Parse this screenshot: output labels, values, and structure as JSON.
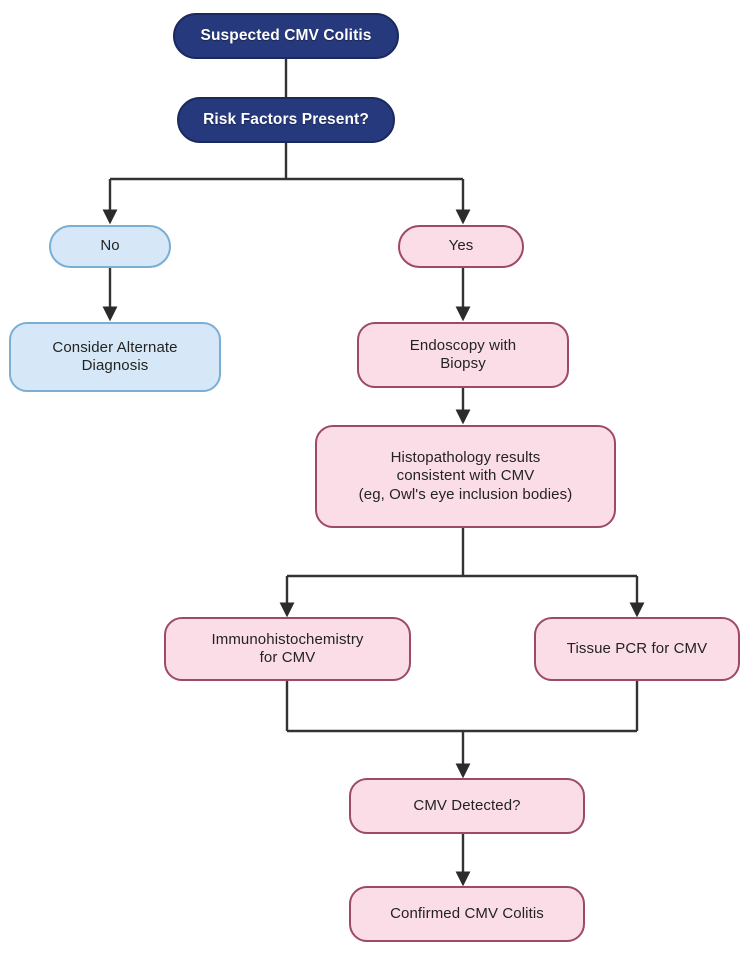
{
  "diagram": {
    "title": "Suspected CMV Colitis diagnostic algorithm",
    "colors": {
      "navy_fill": "#26397C",
      "navy_border": "#1B2A5E",
      "blue_fill": "#D6E8F7",
      "blue_border": "#7AAFD4",
      "pink_fill": "#FBDDE7",
      "pink_border": "#9D4A63",
      "edge": "#333333",
      "background": "#FFFFFF"
    },
    "nodes": [
      {
        "id": "suspected",
        "label": "Suspected CMV Colitis"
      },
      {
        "id": "risk_factors",
        "label": "Risk Factors Present?"
      },
      {
        "id": "no",
        "label": "No"
      },
      {
        "id": "yes",
        "label": "Yes"
      },
      {
        "id": "alternate",
        "label": "Consider Alternate\nDiagnosis"
      },
      {
        "id": "endoscopy",
        "label": "Endoscopy with\nBiopsy"
      },
      {
        "id": "histopathology",
        "label": "Histopathology results\nconsistent with CMV\n(eg, Owl's eye inclusion bodies)"
      },
      {
        "id": "ihc",
        "label": "Immunohistochemistry\nfor CMV"
      },
      {
        "id": "tissue_pcr",
        "label": "Tissue PCR for CMV"
      },
      {
        "id": "cmv_detected",
        "label": "CMV Detected?"
      },
      {
        "id": "confirmed",
        "label": "Confirmed CMV Colitis"
      }
    ],
    "edges": [
      {
        "from": "suspected",
        "to": "risk_factors",
        "type": "straight"
      },
      {
        "from": "risk_factors",
        "to": "no",
        "type": "branch-left"
      },
      {
        "from": "risk_factors",
        "to": "yes",
        "type": "branch-right"
      },
      {
        "from": "no",
        "to": "alternate",
        "type": "straight"
      },
      {
        "from": "yes",
        "to": "endoscopy",
        "type": "straight"
      },
      {
        "from": "endoscopy",
        "to": "histopathology",
        "type": "straight"
      },
      {
        "from": "histopathology",
        "to": "ihc",
        "type": "branch-left"
      },
      {
        "from": "histopathology",
        "to": "tissue_pcr",
        "type": "branch-right"
      },
      {
        "from": "ihc",
        "to": "cmv_detected",
        "type": "merge-left"
      },
      {
        "from": "tissue_pcr",
        "to": "cmv_detected",
        "type": "merge-right"
      },
      {
        "from": "cmv_detected",
        "to": "confirmed",
        "type": "straight"
      }
    ]
  }
}
